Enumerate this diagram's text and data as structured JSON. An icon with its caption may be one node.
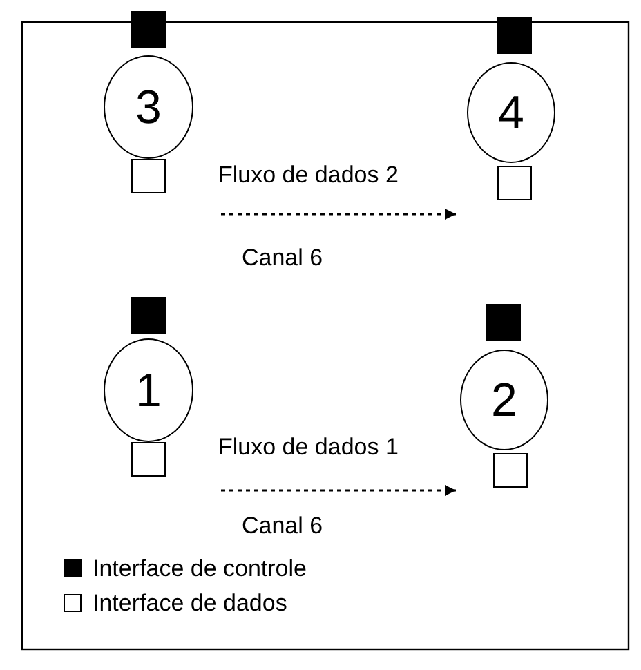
{
  "diagram": {
    "nodes": [
      {
        "text": [
          "3"
        ]
      },
      {
        "text": [
          "4"
        ]
      },
      {
        "text": [
          "1"
        ]
      },
      {
        "text": [
          "2"
        ]
      }
    ],
    "edges": [
      {
        "from": 0,
        "to": 1,
        "arrow": "to",
        "label": "Fluxo de dados 2",
        "style": "dashed"
      },
      {
        "from": 2,
        "to": 3,
        "arrow": "to",
        "label": "Fluxo de dados 1",
        "style": "dashed"
      }
    ],
    "labels": [
      "Canal 6",
      "Canal 6"
    ],
    "legend": [
      {
        "text": "Interface de controle",
        "color": "#000000"
      },
      {
        "text": "Interface de dados",
        "color": "#ffffff"
      }
    ]
  }
}
